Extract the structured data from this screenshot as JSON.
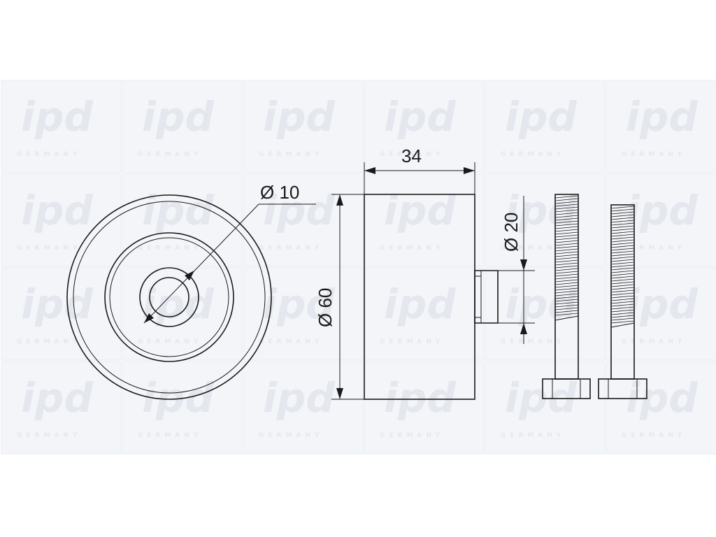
{
  "watermark": {
    "logo": "ipd",
    "sub": "GERMANY"
  },
  "dimensions": {
    "bore": "Ø 10",
    "outer": "Ø 60",
    "width": "34",
    "hub": "Ø 20"
  },
  "colors": {
    "line": "#1a1a1a",
    "watermark": "#e4e8ee",
    "tile": "#f3f5f8"
  }
}
